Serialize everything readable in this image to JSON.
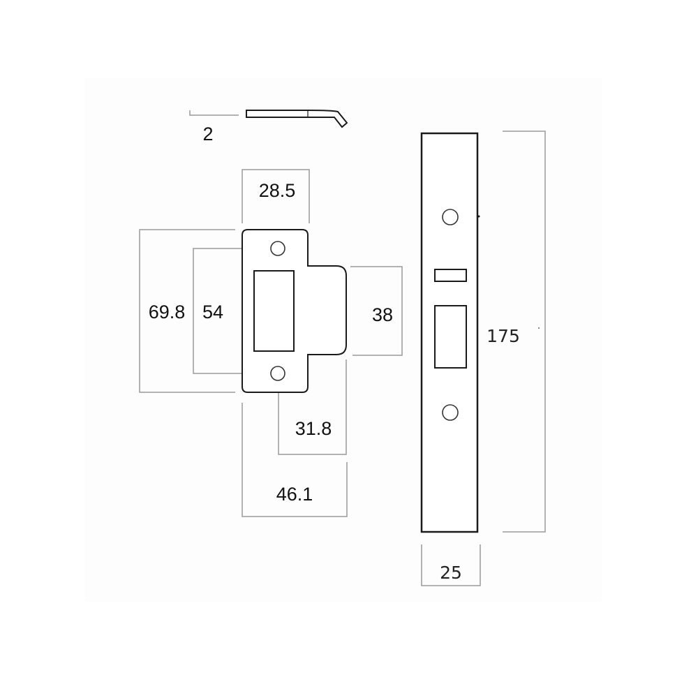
{
  "diagram": {
    "type": "technical-dimension-drawing",
    "subject": "tubular latch strike plate and forend",
    "units_implied": "mm",
    "strike_plate": {
      "thickness_label": "2",
      "width_label": "28.5",
      "height_label": "69.8",
      "hole_centers_label": "54",
      "lip_height_label": "38",
      "hole_to_lip_label": "31.8",
      "overall_width_label": "46.1"
    },
    "forend": {
      "height_label": "175",
      "width_label": "25"
    }
  }
}
